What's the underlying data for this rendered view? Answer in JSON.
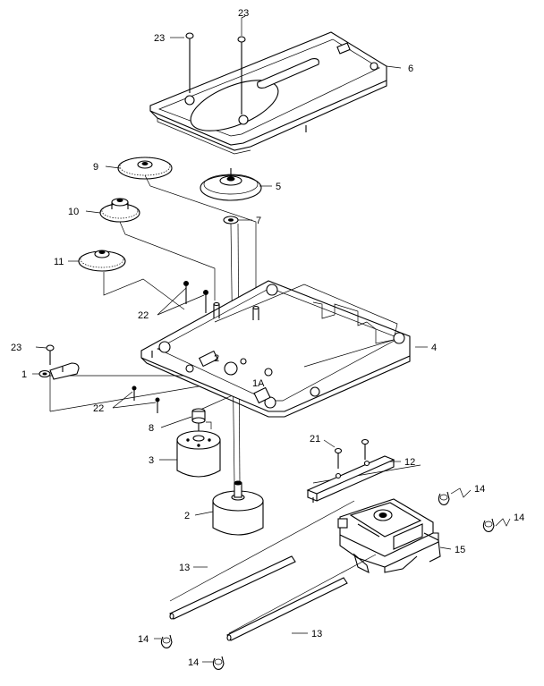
{
  "callouts": {
    "c1": "1",
    "c2": "2",
    "c3": "3",
    "c4": "4",
    "c5": "5",
    "c6": "6",
    "c7": "7",
    "c8": "8",
    "c9": "9",
    "c10": "10",
    "c11": "11",
    "c12": "12",
    "c13a": "13",
    "c13b": "13",
    "c14a": "14",
    "c14b": "14",
    "c14c": "14",
    "c14d": "14",
    "c15": "15",
    "c21": "21",
    "c22a": "22",
    "c22b": "22",
    "c23a": "23",
    "c23b": "23",
    "c23c": "23"
  },
  "chassis_markings": {
    "m1": "2",
    "m2": "1A"
  }
}
